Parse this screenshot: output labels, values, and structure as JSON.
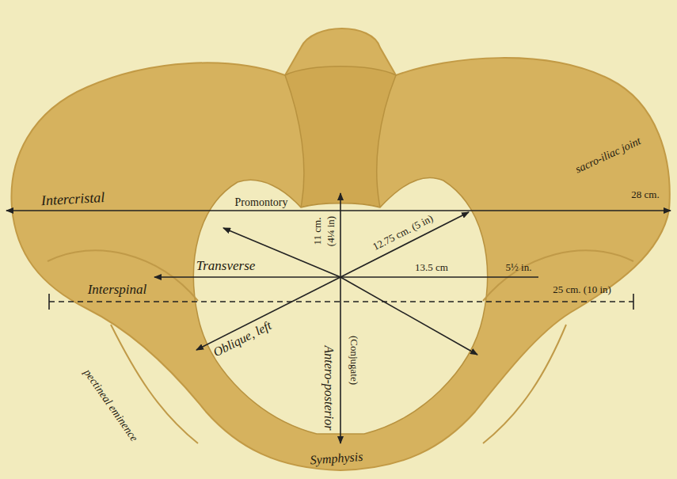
{
  "diagram": {
    "labels": [
      "Intercristal",
      "Promontory",
      "sacro-iliac joint",
      "28 cm.",
      "11 cm.",
      "(4¼ in)",
      "12.75 cm. (5 in)",
      "Transverse",
      "13.5 cm",
      "5½ in.",
      "Interspinal",
      "25 cm. (10 in)",
      "Oblique, left",
      "Antero-posterior",
      "(Conjugate)",
      "pectineal eminence",
      "Symphysis"
    ]
  }
}
